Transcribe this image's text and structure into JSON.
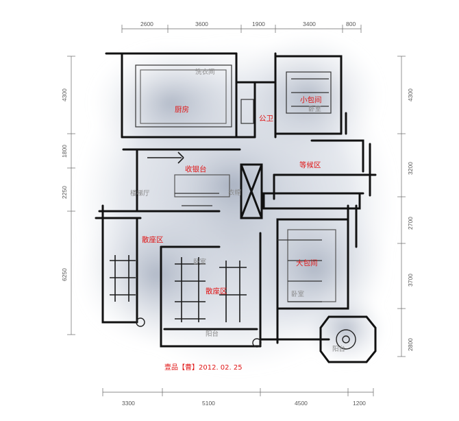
{
  "top_dimensions": [
    "2600",
    "3600",
    "1900",
    "3400",
    "800"
  ],
  "bottom_dimensions": [
    "3300",
    "5100",
    "4500",
    "1200"
  ],
  "left_dimensions": [
    "4300",
    "1800",
    "2250",
    "6250"
  ],
  "right_dimensions": [
    "4300",
    "3200",
    "2700",
    "3700",
    "2800"
  ],
  "rooms_red": {
    "kitchen": "厨房",
    "small_private_room": "小包间",
    "public_toilet": "公卫",
    "cashier": "收银台",
    "waiting_area": "等候区",
    "scattered_seating_left": "散座区",
    "large_private_room": "大包间",
    "scattered_seating_center": "散座区"
  },
  "rooms_gray": {
    "laundry": "洗衣间",
    "bedroom_upper": "卧室",
    "stairwell": "楼梯厅",
    "cloakroom": "衣帽",
    "bedroom_center": "卧室",
    "bedroom_right": "卧室",
    "balcony": "阳台",
    "balcony_right": "阳台"
  },
  "signature": "壹品【曹】2012. 02. 25"
}
